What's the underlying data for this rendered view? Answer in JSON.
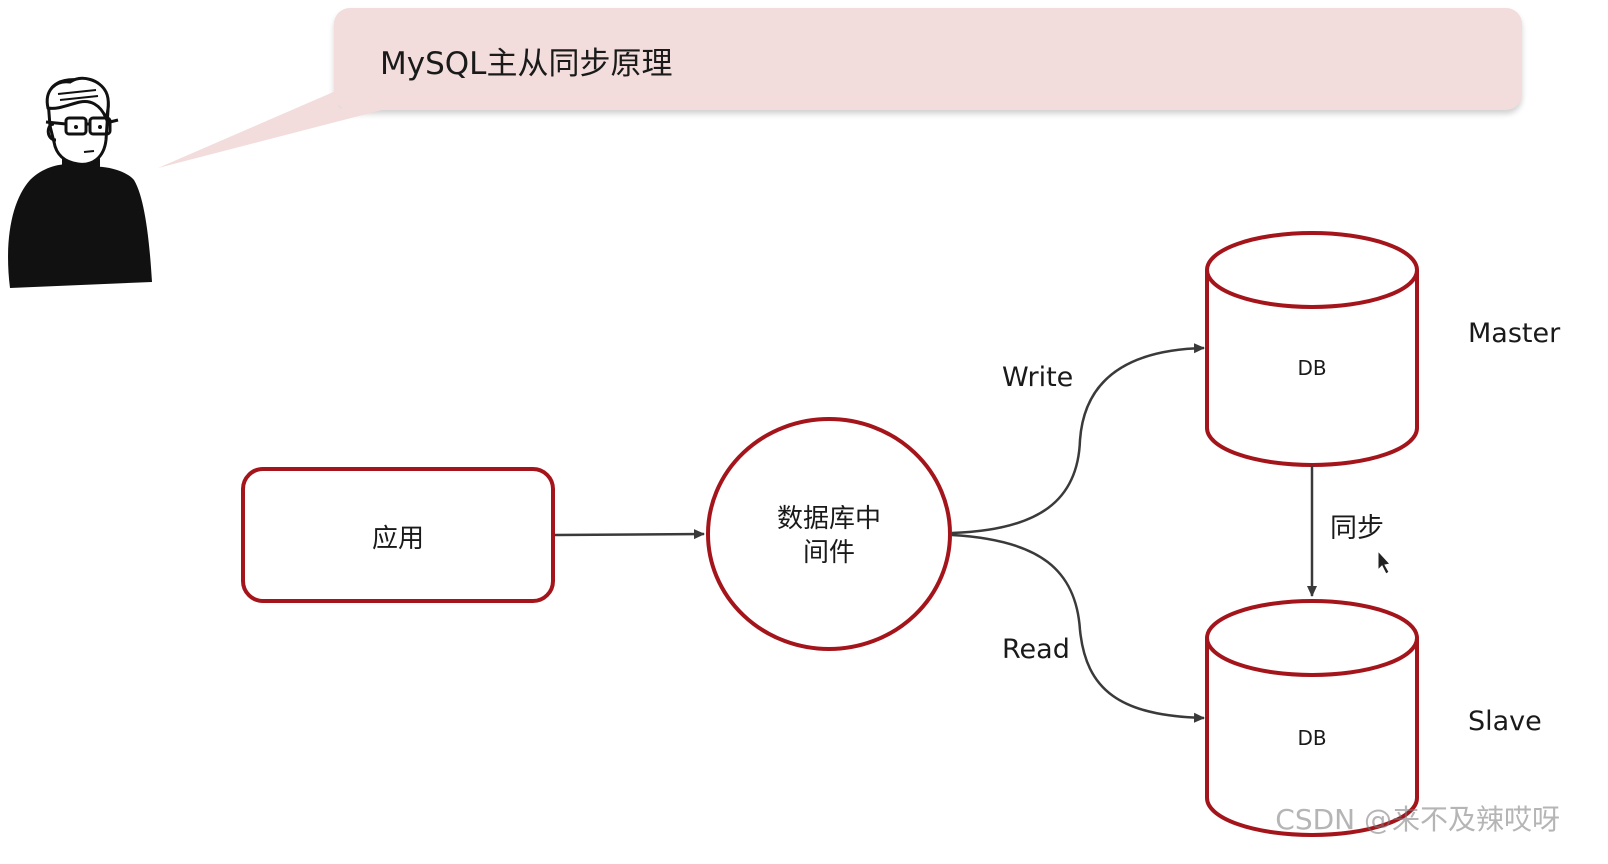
{
  "bubble": {
    "title": "MySQL主从同步原理"
  },
  "nodes": {
    "app": "应用",
    "middleware": "数据库中间件",
    "master_db": "DB",
    "slave_db": "DB"
  },
  "labels": {
    "master": "Master",
    "slave": "Slave",
    "write": "Write",
    "read": "Read",
    "sync": "同步"
  },
  "watermark": "CSDN @来不及辣哎呀",
  "colors": {
    "node_border": "#a4151b",
    "bubble_fill": "#f2dcdc",
    "edge": "#3a3a3a"
  },
  "icons": {
    "presenter": "presenter-avatar-icon",
    "cursor": "mouse-cursor-icon"
  }
}
